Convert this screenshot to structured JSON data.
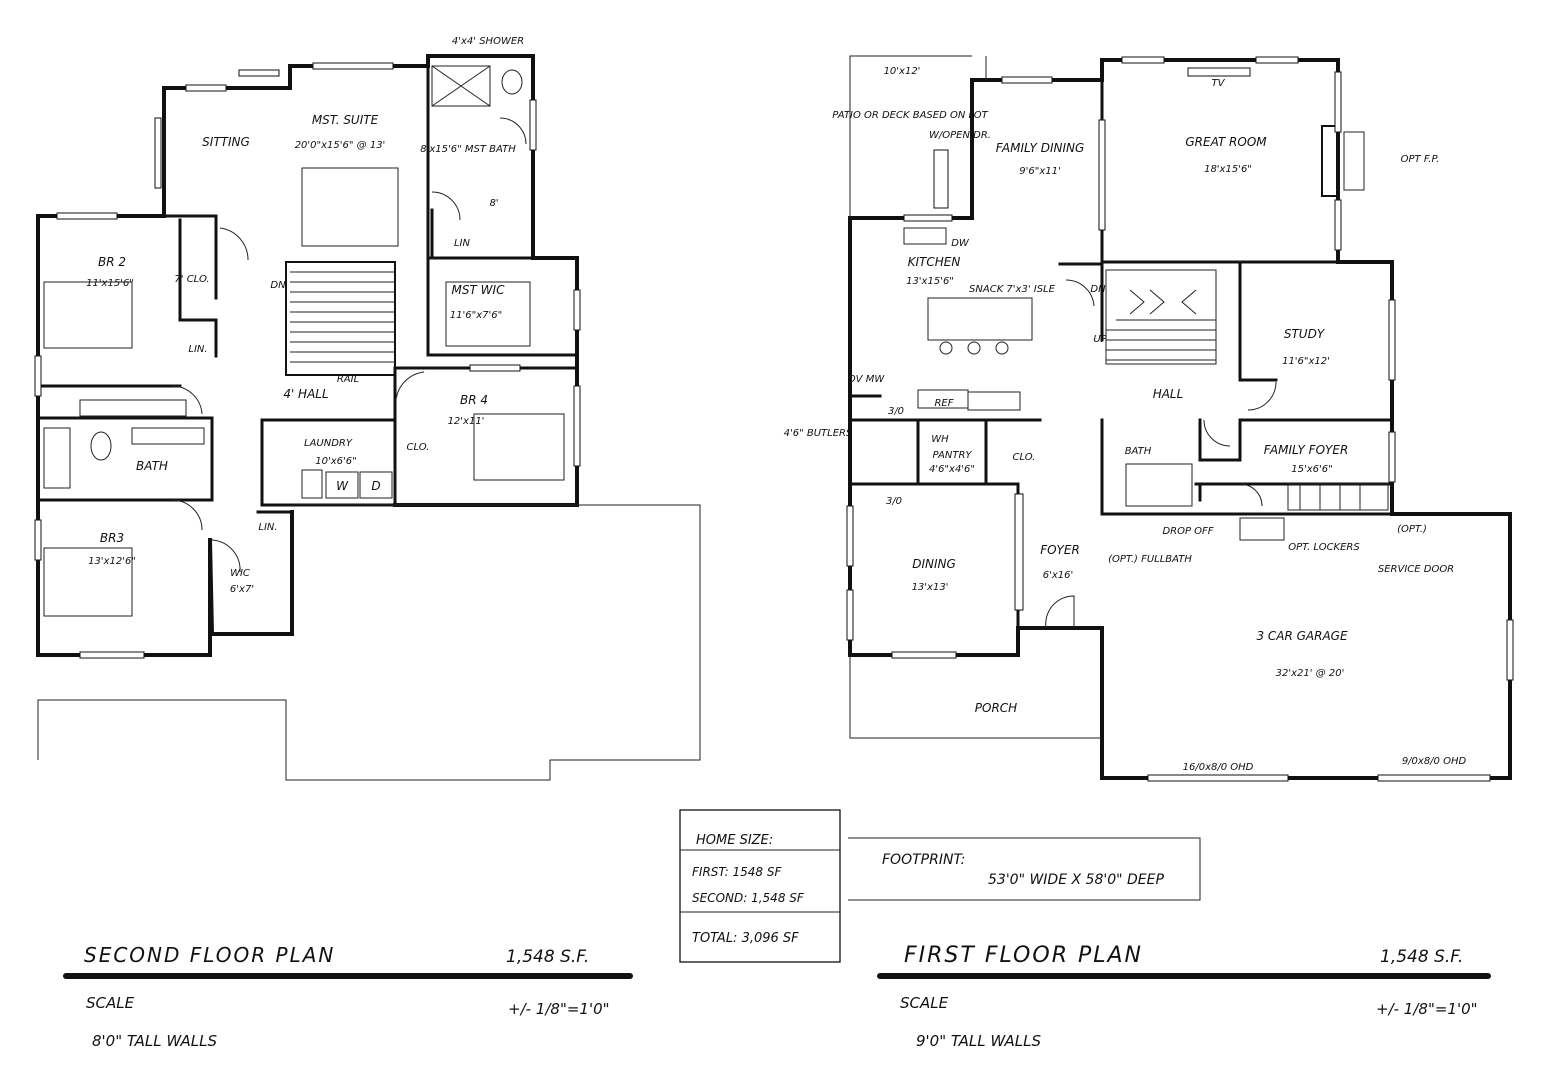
{
  "second_floor": {
    "title": "SECOND FLOOR PLAN",
    "area": "1,548 S.F.",
    "scale_label": "SCALE",
    "scale_value": "+/- 1/8\"=1'0\"",
    "walls_note": "8'0\" TALL WALLS",
    "rooms": {
      "shower": "4'x4' SHOWER",
      "sitting": "SITTING",
      "mst_suite": "MST. SUITE",
      "mst_suite_dim": "20'0\"x15'6\" @ 13'",
      "mst_bath": "8'x15'6\" MST BATH",
      "mst_bath_ht": "8'",
      "lin_mst": "LIN",
      "br2": "BR 2",
      "br2_dim": "11'x15'6\"",
      "clo_br2": "7' CLO.",
      "dn": "DN",
      "mst_wic": "MST WIC",
      "mst_wic_dim": "11'6\"x7'6\"",
      "lin1": "LIN.",
      "rail": "RAIL",
      "hall": "4' HALL",
      "br4": "BR 4",
      "br4_dim": "12'x11'",
      "laundry": "LAUNDRY",
      "laundry_dim": "10'x6'6\"",
      "w": "W",
      "d": "D",
      "clo_br4": "CLO.",
      "bath": "BATH",
      "lin2": "LIN.",
      "br3": "BR3",
      "br3_dim": "13'x12'6\"",
      "wic": "WIC",
      "wic_dim": "6'x7'"
    }
  },
  "first_floor": {
    "title": "FIRST FLOOR PLAN",
    "area": "1,548 S.F.",
    "scale_label": "SCALE",
    "scale_value": "+/- 1/8\"=1'0\"",
    "walls_note": "9'0\" TALL WALLS",
    "rooms": {
      "patio_dim": "10'x12'",
      "patio": "PATIO OR DECK BASED ON LOT",
      "wdoor": "W/OPEN DR.",
      "family_dining": "FAMILY DINING",
      "family_dining_dim": "9'6\"x11'",
      "tv": "TV",
      "great_room": "GREAT ROOM",
      "great_room_dim": "18'x15'6\"",
      "opt_fp": "OPT F.P.",
      "dw": "DW",
      "kitchen": "KITCHEN",
      "kitchen_dim": "13'x15'6\"",
      "snack": "SNACK 7'x3' ISLE",
      "dn": "DN",
      "up": "UP",
      "study": "STUDY",
      "study_dim": "11'6\"x12'",
      "ov": "OV MW",
      "ref": "REF",
      "hall": "HALL",
      "butlers": "4'6\" BUTLERS",
      "dim_3_0_top": "3/0",
      "wh": "WH",
      "pantry": "PANTRY",
      "pantry_dim": "4'6\"x4'6\"",
      "clo": "CLO.",
      "bath": "BATH",
      "family_foyer": "FAMILY FOYER",
      "family_foyer_dim": "15'x6'6\"",
      "dim_3_0_bot": "3/0",
      "drop_off": "DROP OFF",
      "opt_lockers": "OPT. LOCKERS",
      "opt_service": "(OPT.)",
      "service_door": "SERVICE DOOR",
      "opt_fullbath": "(OPT.) FULLBATH",
      "dining": "DINING",
      "dining_dim": "13'x13'",
      "foyer": "FOYER",
      "foyer_dim": "6'x16'",
      "garage": "3 CAR GARAGE",
      "garage_dim": "32'x21' @ 20'",
      "porch": "PORCH",
      "ohd1": "16/0x8/0 OHD",
      "ohd2": "9/0x8/0 OHD"
    }
  },
  "home_size": {
    "heading": "HOME SIZE:",
    "first": "FIRST: 1548 SF",
    "second": "SECOND: 1,548 SF",
    "total": "TOTAL: 3,096 SF"
  },
  "footprint": {
    "label": "FOOTPRINT:",
    "value": "53'0\" WIDE X 58'0\" DEEP"
  }
}
